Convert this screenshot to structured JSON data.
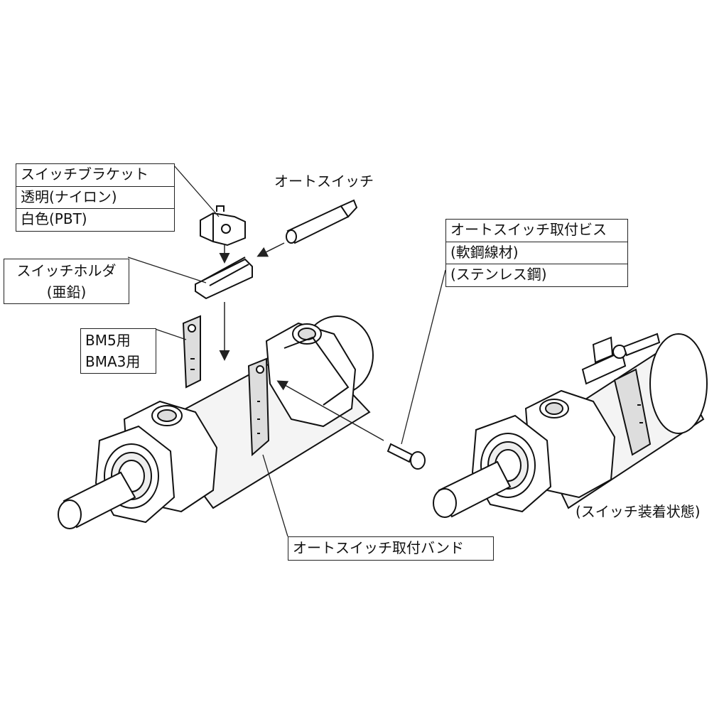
{
  "labels": {
    "bracket": [
      "スイッチブラケット",
      "透明(ナイロン)",
      "白色(PBT)"
    ],
    "auto_switch": "オートスイッチ",
    "holder": [
      "スイッチホルダ",
      "(亜鉛)"
    ],
    "bm": [
      "BM5用",
      "BMA3用"
    ],
    "screw": [
      "オートスイッチ取付ビス",
      "(軟鋼線材)",
      "(ステンレス鋼)"
    ],
    "band": "オートスイッチ取付バンド",
    "mounted": "(スイッチ装着状態)"
  }
}
